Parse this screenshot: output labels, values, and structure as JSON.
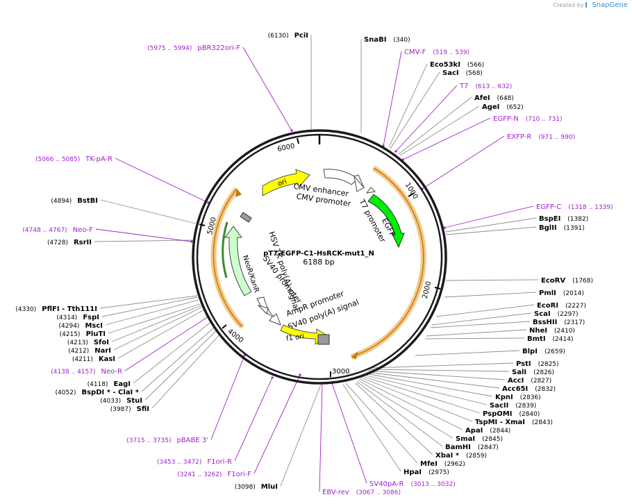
{
  "header": {
    "created_by": "Created by",
    "brand": "SnapGene"
  },
  "plasmid": {
    "name": "pT7-EGFP-C1-HsRCK-mut1_N",
    "length_label": "6188 bp",
    "length": 6188,
    "ticks": [
      "1000",
      "2000",
      "3000",
      "4000",
      "5000",
      "6000"
    ]
  },
  "features": [
    {
      "name": "ori",
      "type": "arrow",
      "color": "#ffff00"
    },
    {
      "name": "CMV enhancer",
      "type": "arrow",
      "color": "#ffffff"
    },
    {
      "name": "CMV promoter",
      "type": "arrow",
      "color": "#ffffff"
    },
    {
      "name": "T7 promoter",
      "type": "arrow",
      "color": "#ffffff"
    },
    {
      "name": "EGFP",
      "type": "arrow",
      "color": "#00ee00"
    },
    {
      "name": "HSV TK poly(A) signal",
      "type": "block",
      "color": "#999999"
    },
    {
      "name": "NeoR/KanR",
      "type": "arrow",
      "color": "#ccffcc"
    },
    {
      "name": "SV40 promoter",
      "type": "arrow",
      "color": "#ffffff"
    },
    {
      "name": "AmpR promoter",
      "type": "arrow",
      "color": "#ffffff"
    },
    {
      "name": "SV40 poly(A) signal",
      "type": "block",
      "color": "#999999"
    },
    {
      "name": "f1 ori",
      "type": "arrow",
      "color": "#ffff00"
    }
  ],
  "colors": {
    "backbone": "#1a1a1a",
    "primer": "#a020c8",
    "orf": "#e8a540",
    "leader": "#8c8c8c",
    "enzyme_text": "#000000"
  },
  "sites": [
    {
      "name": "PciI",
      "pos": "(6130)",
      "kind": "enzyme"
    },
    {
      "name": "SnaBI",
      "pos": "(340)",
      "kind": "enzyme"
    },
    {
      "name": "CMV-F",
      "pos": "(519 .. 539)",
      "kind": "primer"
    },
    {
      "name": "Eco53kI",
      "pos": "(566)",
      "kind": "enzyme"
    },
    {
      "name": "SacI",
      "pos": "(568)",
      "kind": "enzyme"
    },
    {
      "name": "T7",
      "pos": "(613 .. 632)",
      "kind": "primer"
    },
    {
      "name": "AfeI",
      "pos": "(648)",
      "kind": "enzyme"
    },
    {
      "name": "AgeI",
      "pos": "(652)",
      "kind": "enzyme"
    },
    {
      "name": "EGFP-N",
      "pos": "(710 .. 731)",
      "kind": "primer"
    },
    {
      "name": "EXFP-R",
      "pos": "(971 .. 990)",
      "kind": "primer"
    },
    {
      "name": "EGFP-C",
      "pos": "(1318 .. 1339)",
      "kind": "primer"
    },
    {
      "name": "BspEI",
      "pos": "(1382)",
      "kind": "enzyme"
    },
    {
      "name": "BglII",
      "pos": "(1391)",
      "kind": "enzyme"
    },
    {
      "name": "EcoRV",
      "pos": "(1768)",
      "kind": "enzyme"
    },
    {
      "name": "PmlI",
      "pos": "(2014)",
      "kind": "enzyme"
    },
    {
      "name": "EcoRI",
      "pos": "(2227)",
      "kind": "enzyme"
    },
    {
      "name": "ScaI",
      "pos": "(2297)",
      "kind": "enzyme"
    },
    {
      "name": "BssHII",
      "pos": "(2317)",
      "kind": "enzyme"
    },
    {
      "name": "NheI",
      "pos": "(2410)",
      "kind": "enzyme"
    },
    {
      "name": "BmtI",
      "pos": "(2414)",
      "kind": "enzyme"
    },
    {
      "name": "BlpI",
      "pos": "(2659)",
      "kind": "enzyme"
    },
    {
      "name": "PstI",
      "pos": "(2825)",
      "kind": "enzyme"
    },
    {
      "name": "SalI",
      "pos": "(2826)",
      "kind": "enzyme"
    },
    {
      "name": "AccI",
      "pos": "(2827)",
      "kind": "enzyme"
    },
    {
      "name": "Acc65I",
      "pos": "(2832)",
      "kind": "enzyme"
    },
    {
      "name": "KpnI",
      "pos": "(2836)",
      "kind": "enzyme"
    },
    {
      "name": "SacII",
      "pos": "(2839)",
      "kind": "enzyme"
    },
    {
      "name": "PspOMI",
      "pos": "(2840)",
      "kind": "enzyme"
    },
    {
      "name": "TspMI - XmaI",
      "pos": "(2843)",
      "kind": "enzyme"
    },
    {
      "name": "ApaI",
      "pos": "(2844)",
      "kind": "enzyme"
    },
    {
      "name": "SmaI",
      "pos": "(2845)",
      "kind": "enzyme"
    },
    {
      "name": "BamHI",
      "pos": "(2847)",
      "kind": "enzyme"
    },
    {
      "name": "XbaI *",
      "pos": "(2859)",
      "kind": "enzyme"
    },
    {
      "name": "MfeI",
      "pos": "(2962)",
      "kind": "enzyme"
    },
    {
      "name": "HpaI",
      "pos": "(2975)",
      "kind": "enzyme"
    },
    {
      "name": "SV40pA-R",
      "pos": "(3013 .. 3032)",
      "kind": "primer"
    },
    {
      "name": "EBV-rev",
      "pos": "(3067 .. 3086)",
      "kind": "primer"
    },
    {
      "name": "MluI",
      "pos": "(3098)",
      "kind": "enzyme"
    },
    {
      "name": "F1ori-F",
      "pos": "(3241 .. 3262)",
      "kind": "primer"
    },
    {
      "name": "F1ori-R",
      "pos": "(3453 .. 3472)",
      "kind": "primer"
    },
    {
      "name": "pBABE 3'",
      "pos": "(3715 .. 3735)",
      "kind": "primer"
    },
    {
      "name": "SfiI",
      "pos": "(3987)",
      "kind": "enzyme"
    },
    {
      "name": "StuI",
      "pos": "(4033)",
      "kind": "enzyme"
    },
    {
      "name": "BspDI * - ClaI *",
      "pos": "(4052)",
      "kind": "enzyme"
    },
    {
      "name": "EagI",
      "pos": "(4118)",
      "kind": "enzyme"
    },
    {
      "name": "Neo-R",
      "pos": "(4138 .. 4157)",
      "kind": "primer"
    },
    {
      "name": "KasI",
      "pos": "(4211)",
      "kind": "enzyme"
    },
    {
      "name": "NarI",
      "pos": "(4212)",
      "kind": "enzyme"
    },
    {
      "name": "SfoI",
      "pos": "(4213)",
      "kind": "enzyme"
    },
    {
      "name": "PluTI",
      "pos": "(4215)",
      "kind": "enzyme"
    },
    {
      "name": "MscI",
      "pos": "(4294)",
      "kind": "enzyme"
    },
    {
      "name": "FspI",
      "pos": "(4314)",
      "kind": "enzyme"
    },
    {
      "name": "PflFI - Tth111I",
      "pos": "(4330)",
      "kind": "enzyme"
    },
    {
      "name": "RsrII",
      "pos": "(4728)",
      "kind": "enzyme"
    },
    {
      "name": "Neo-F",
      "pos": "(4748 .. 4767)",
      "kind": "primer"
    },
    {
      "name": "BstBI",
      "pos": "(4894)",
      "kind": "enzyme"
    },
    {
      "name": "TK-pA-R",
      "pos": "(5066 .. 5085)",
      "kind": "primer"
    },
    {
      "name": "pBR322ori-F",
      "pos": "(5975 .. 5994)",
      "kind": "primer"
    }
  ]
}
